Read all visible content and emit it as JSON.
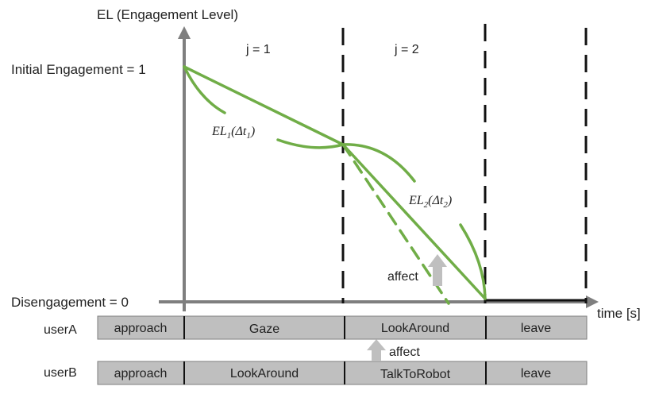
{
  "diagram": {
    "y_axis_label": "EL (Engagement Level)",
    "x_axis_label": "time [s]",
    "initial_label": "Initial Engagement = 1",
    "disengagement_label": "Disengagement = 0",
    "phase_labels": [
      "j = 1",
      "j = 2"
    ],
    "el1": {
      "base": "EL",
      "sub": "1",
      "arg_open": "(Δt",
      "arg_sub": "1",
      "arg_close": ")"
    },
    "el2": {
      "base": "EL",
      "sub": "2",
      "arg_open": "(Δt",
      "arg_sub": "2",
      "arg_close": ")"
    },
    "affect_label_upper": "affect",
    "affect_label_lower": "affect",
    "curve_color": "#70ad47",
    "axis_color": "#7f7f7f",
    "arrow_color": "#bfbfbf"
  },
  "timeline": {
    "userA": {
      "name": "userA",
      "segments": [
        "approach",
        "Gaze",
        "LookAround",
        "leave"
      ]
    },
    "userB": {
      "name": "userB",
      "segments": [
        "approach",
        "LookAround",
        "TalkToRobot",
        "leave"
      ]
    }
  }
}
